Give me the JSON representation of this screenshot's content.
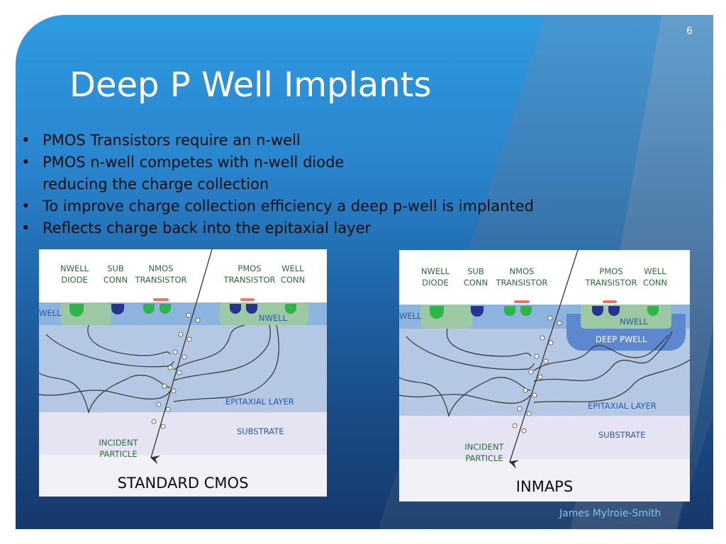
{
  "slide": {
    "page_number": "6",
    "title": "Deep P Well Implants",
    "bullets": [
      {
        "lines": [
          "PMOS Transistors require an n-well"
        ]
      },
      {
        "lines": [
          "PMOS n-well competes with n-well diode",
          "reducing the charge collection"
        ]
      },
      {
        "lines": [
          "To improve charge collection efficiency a deep p-well is implanted"
        ]
      },
      {
        "lines": [
          "Reflects charge back into the epitaxial layer"
        ]
      }
    ],
    "author": "James Mylroie-Smith"
  },
  "figures": {
    "left": {
      "caption": "STANDARD  CMOS",
      "labels": {
        "nwell_diode_1": "NWELL",
        "nwell_diode_2": "DIODE",
        "sub_conn_1": "SUB",
        "sub_conn_2": "CONN",
        "nmos_1": "NMOS",
        "nmos_2": "TRANSISTOR",
        "pmos_1": "PMOS",
        "pmos_2": "TRANSISTOR",
        "well_conn_1": "WELL",
        "well_conn_2": "CONN",
        "well_edge": "WELL",
        "nwell": "NWELL",
        "epi": "EPITAXIAL LAYER",
        "substrate": "SUBSTRATE",
        "incident_1": "INCIDENT",
        "incident_2": "PARTICLE"
      }
    },
    "right": {
      "caption": "INMAPS",
      "labels": {
        "nwell_diode_1": "NWELL",
        "nwell_diode_2": "DIODE",
        "sub_conn_1": "SUB",
        "sub_conn_2": "CONN",
        "nmos_1": "NMOS",
        "nmos_2": "TRANSISTOR",
        "pmos_1": "PMOS",
        "pmos_2": "TRANSISTOR",
        "well_conn_1": "WELL",
        "well_conn_2": "CONN",
        "well_edge": "WELL",
        "nwell": "NWELL",
        "deep_pwell": "DEEP PWELL",
        "epi": "EPITAXIAL LAYER",
        "substrate": "SUBSTRATE",
        "incident_1": "INCIDENT",
        "incident_2": "PARTICLE"
      }
    },
    "colors": {
      "label_green": "#2d6b3c",
      "label_blue": "#2a5aa8",
      "well_blue": "#8db4de",
      "nwell_green": "#9cc9a4",
      "contact_green": "#2fb44a",
      "contact_navy": "#27338f",
      "gate_red": "#e8786a",
      "epi_blue": "#b4c8e4",
      "substrate_lilac": "#e6e4f2",
      "deep_pwell": "#5d88cf"
    }
  }
}
